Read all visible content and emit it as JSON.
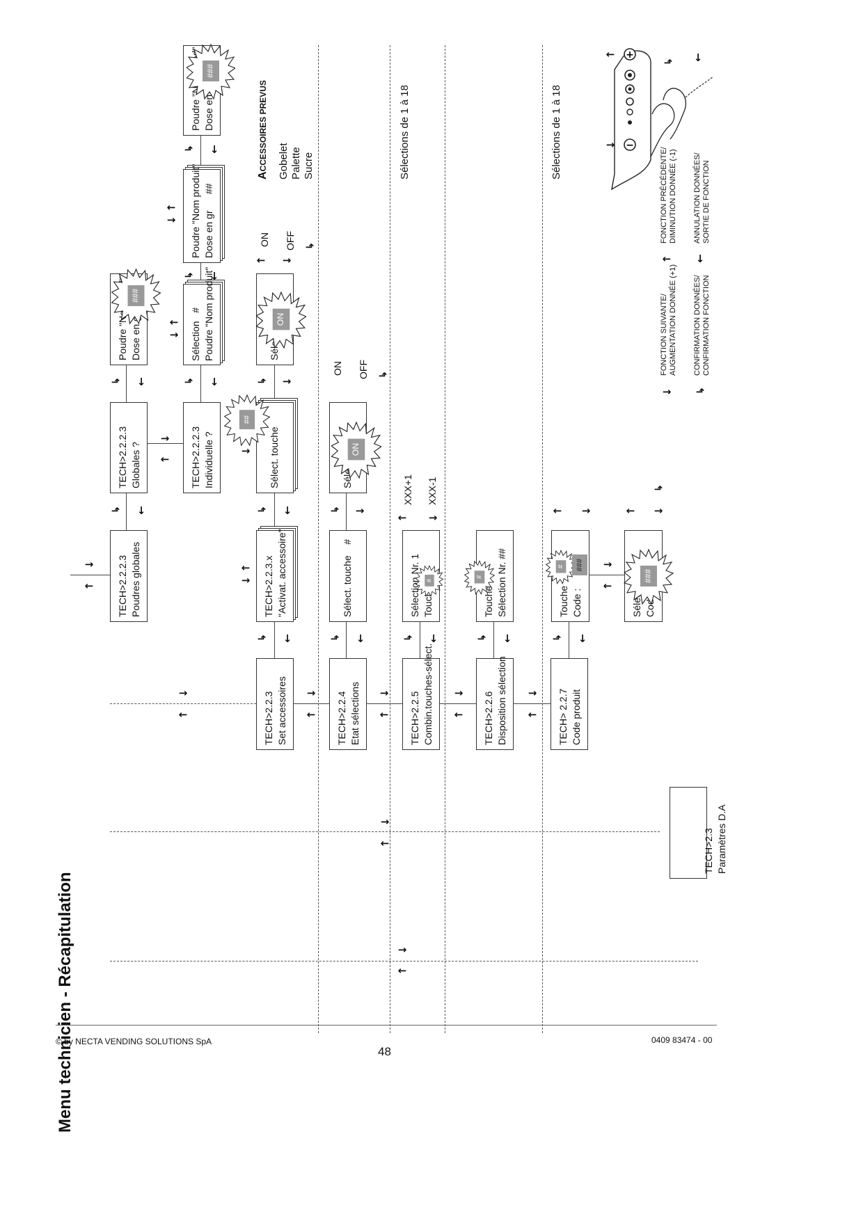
{
  "title": "Menu technicien - Récapitulation",
  "footer": {
    "left": "© by NECTA VENDING SOLUTIONS SpA",
    "page": "48",
    "right": "0409 83474 - 00"
  },
  "boxes": {
    "tech_2_3": [
      "TECH>2.3",
      "Paramètres D.A"
    ],
    "tech_2_2_3": [
      "TECH>2.2.3",
      "Set accessoires"
    ],
    "tech_2_2_4": [
      "TECH>2.2.4",
      "Etat sélections"
    ],
    "tech_2_2_5": [
      "TECH>2.2.5",
      "Combin.touches-sélect."
    ],
    "tech_2_2_6": [
      "TECH>2.2.6",
      "Disposition sélection"
    ],
    "tech_2_2_7": [
      "TECH> 2.2.7",
      "Code produit"
    ],
    "tech_2_2_2_3": [
      "TECH>2.2.2.3",
      "Poudres globales"
    ],
    "globales": [
      "TECH>2.2.2.3",
      "Globales ?"
    ],
    "individuelle": [
      "TECH>2.2.2.3",
      "Individuelle ?"
    ],
    "poudre_glob": [
      "Poudre \"Nom prod\"",
      "Dose en gr"
    ],
    "selection_ind": [
      "Sélection   #",
      "Poudre \"Nom produit\""
    ],
    "poudre_ind": [
      "Poudre \"Nom produit\"",
      "Dose en gr      ##"
    ],
    "poudre_ind_edit": [
      "Poudre \"Nom prod\"",
      "Dose en gr"
    ],
    "activ": [
      "TECH>2.2.3.x",
      "\"Activat. accessoire\""
    ],
    "select_touche_acc": [
      "Sélect. touche"
    ],
    "select_acc_onoff": [
      "Sélect."
    ],
    "select_touche_etat": [
      "Sélect. touche    #"
    ],
    "select_etat": [
      "Sélect."
    ],
    "selection_nr": [
      "Sélection Nr. 1",
      "Touche"
    ],
    "touche_disp": [
      "Touche",
      "Sélection Nr. ##"
    ],
    "touche_code": [
      "Touche",
      "Code :"
    ],
    "select_code": [
      "Sélect.",
      "Code :"
    ]
  },
  "labels": {
    "on1": "ON",
    "off1": "OFF",
    "on2": "ON",
    "off2": "OFF",
    "xxx_plus": "XXX+1",
    "xxx_minus": "XXX-1",
    "sel_1_18_a": "Sélections de 1 à 18",
    "sel_1_18_b": "Sélections de 1 à 18"
  },
  "burst_values": {
    "b_poudre_glob": "###",
    "b_poudre_ind": "###",
    "b_select_touche": "##",
    "b_select_on": "ON",
    "b_etat_on": "ON",
    "b_sel_nr": "#",
    "b_touche_disp": "#",
    "b_touche_code": "#",
    "b_code_val": "###",
    "b_select_code": "###"
  },
  "accessories": {
    "heading_caps": "A",
    "heading_rest": "CCESSOIRES PREVUS",
    "items": [
      "Gobelet",
      "Palette",
      "Sucre"
    ]
  },
  "legend": {
    "right_1": "FONCTION SUIVANTE/",
    "right_2": "AUGMENTATION DONNÉE (+1)",
    "left_1": "FONCTION PRÉCÉDENTE/",
    "left_2": "DIMINUTION DONNÉE (-1)",
    "confirm_1": "CONFIRMATION DONNÉES/",
    "confirm_2": "CONFIRMATION FONCTION",
    "cancel_1": "ANNULATION DONNÉES/",
    "cancel_2": "SORTIE DE FONCTION"
  },
  "icons": {
    "right": "→",
    "left": "←",
    "confirm": "⬏",
    "down": "↓",
    "burst": "starburst-icon",
    "keypad": "keypad-icon"
  }
}
